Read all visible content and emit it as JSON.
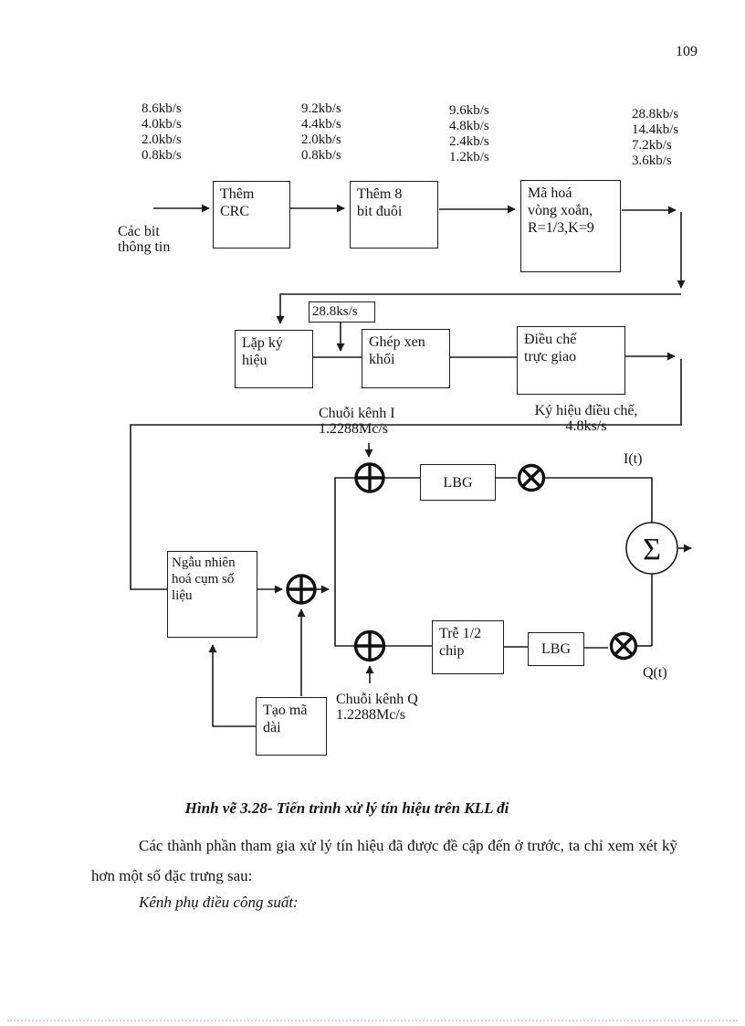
{
  "page": {
    "number": "109"
  },
  "diagram": {
    "rates": {
      "col1": "8.6kb/s\n4.0kb/s\n2.0kb/s\n0.8kb/s",
      "col2": "9.2kb/s\n4.4kb/s\n2.0kb/s\n0.8kb/s",
      "col3": "9.6kb/s\n4.8kb/s\n2.4kb/s\n1.2kb/s",
      "col4": "28.8kb/s\n14.4kb/s\n7.2kb/s\n3.6kb/s"
    },
    "boxes": {
      "add_crc": "Thêm\nCRC",
      "add_tail": "Thêm 8\nbit đuôi",
      "conv_encoder": "Mã hoá\nvòng xoắn,\nR=1/3,K=9",
      "rate_288": "28.8ks/s",
      "symbol_repeat": "Lặp ký\nhiệu",
      "block_interleaver": "Ghép xen\nkhối",
      "orthogonal_mod": "Điều chế\ntrực giao",
      "randomizer": "Ngẫu nhiên\nhoá cụm số\nliệu",
      "delay_half_chip": "Trễ 1/2\nchip",
      "lbg_i": "LBG",
      "lbg_q": "LBG",
      "long_code_gen": "Tạo mã\ndài"
    },
    "labels": {
      "input_bits": "Các bit\nthông tin",
      "channel_i": "Chuỗi kênh I\n1.2288Mc/s",
      "channel_q": "Chuỗi kênh Q\n1.2288Mc/s",
      "mod_symbol": "Ký hiệu điều chế,\n4.8ks/s",
      "i_t": "I(t)",
      "q_t": "Q(t)",
      "sigma": "Σ"
    }
  },
  "caption": "Hình vẽ 3.28- Tiến trình xử lý tín hiệu trên KLL đi",
  "body": {
    "para1": "Các thành phần tham gia xử lý tín hiệu đã được đề cập đến ở trước, ta chỉ xem xét kỹ hơn một số đặc trưng sau:",
    "para2": "Kênh phụ điều công suất:"
  }
}
